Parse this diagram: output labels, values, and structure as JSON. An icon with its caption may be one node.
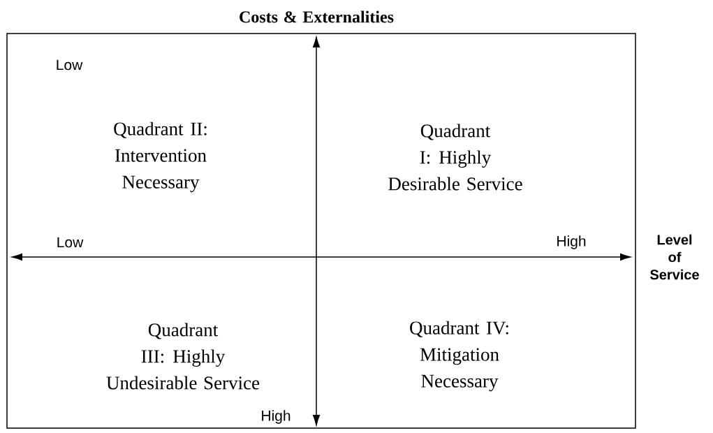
{
  "diagram": {
    "labels": [
      "Costs & Externalities",
      "Low",
      "Quadrant II: Intervention Necessary",
      "Quadrant I: Highly Desirable Service",
      "Low",
      "High",
      "Level of Service",
      "Quadrant III: Highly Undesirable Service",
      "Quadrant IV: Mitigation Necessary",
      "High"
    ]
  }
}
